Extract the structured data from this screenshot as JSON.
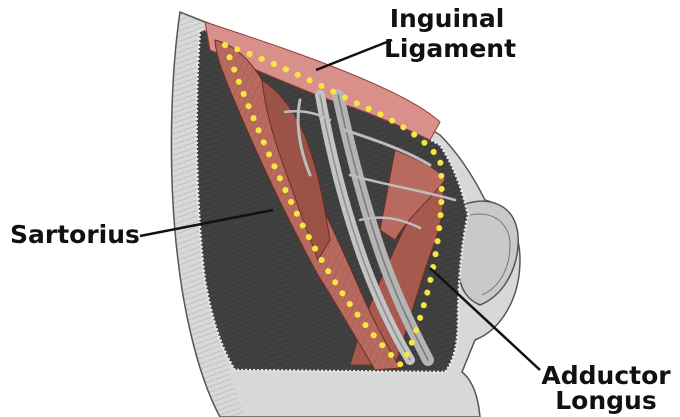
{
  "labels": {
    "inguinal_line1": "Inguinal",
    "inguinal_line2": "Ligament",
    "sartorius": "Sartorius",
    "adductor_line1": "Adductor",
    "adductor_line2": "Longus"
  },
  "colors": {
    "muscle": "#b96a5e",
    "muscle_dark": "#8e4238",
    "ligament": "#d9908a",
    "dots": "#f5e642",
    "skin": "#d8d8d8",
    "skin_shadow": "#8a8a8a",
    "cavity": "#3e3e3e",
    "vessel": "#9a9a9a",
    "text": "#111111"
  }
}
